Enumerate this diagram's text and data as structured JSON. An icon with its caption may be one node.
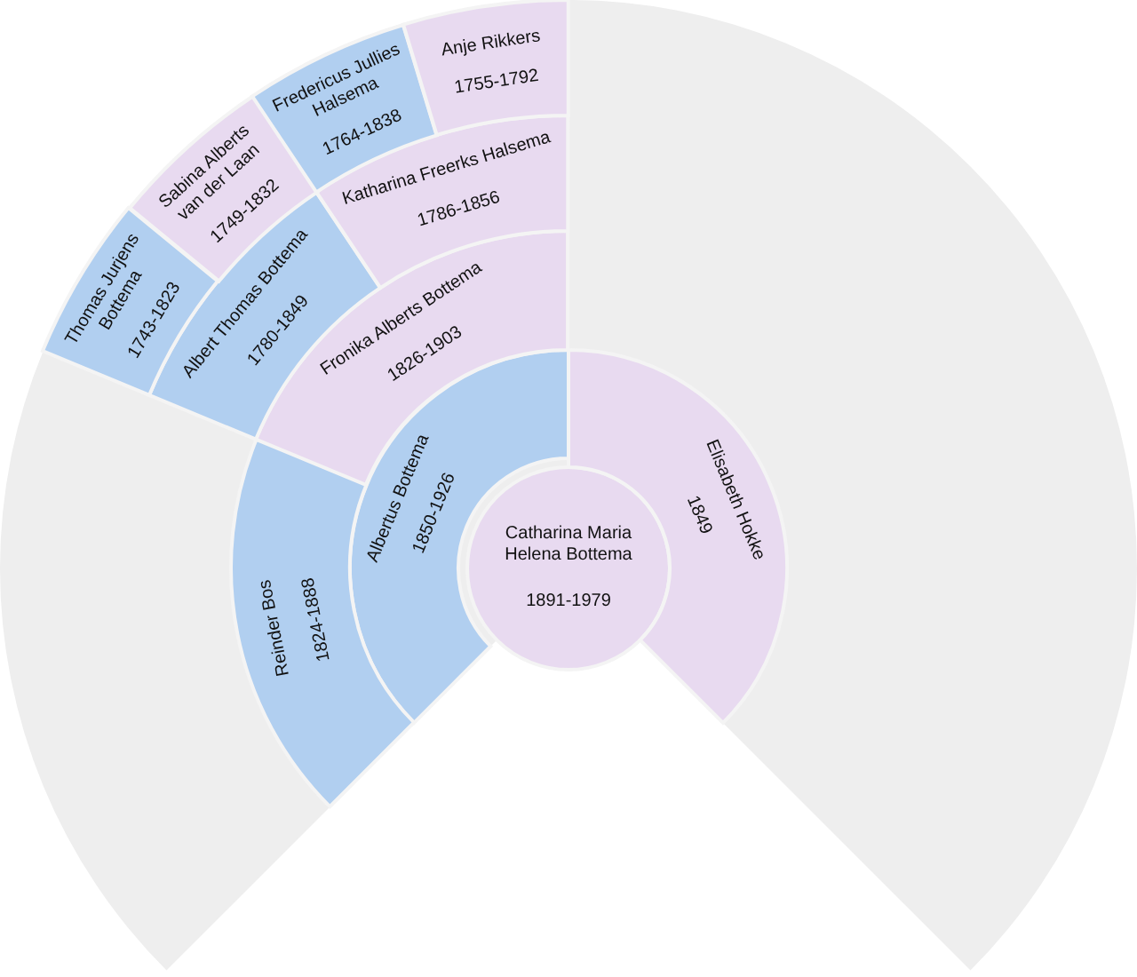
{
  "diagram": {
    "nodes": [
      {
        "text": [
          "Catharina Maria Helena Bottema",
          "1891-1979"
        ]
      },
      {
        "text": [
          "Albertus Bottema",
          "1850-1926"
        ]
      },
      {
        "text": [
          "Elisabeth Hokke",
          "1849"
        ]
      },
      {
        "text": [
          "Reinder Bos",
          "1824-1888"
        ]
      },
      {
        "text": [
          "Fronika Alberts Bottema",
          "1826-1903"
        ]
      },
      {
        "text": [
          "Albert Thomas Bottema",
          "1780-1849"
        ]
      },
      {
        "text": [
          "Katharina Freerks Halsema",
          "1786-1856"
        ]
      },
      {
        "text": [
          "Thomas Jurjens Bottema",
          "1743-1823"
        ]
      },
      {
        "text": [
          "Sabina Alberts van der Laan",
          "1749-1832"
        ]
      },
      {
        "text": [
          "Fredericus Jullies Halsema",
          "1764-1838"
        ]
      },
      {
        "text": [
          "Anje Rikkers",
          "1755-1792"
        ]
      }
    ]
  }
}
